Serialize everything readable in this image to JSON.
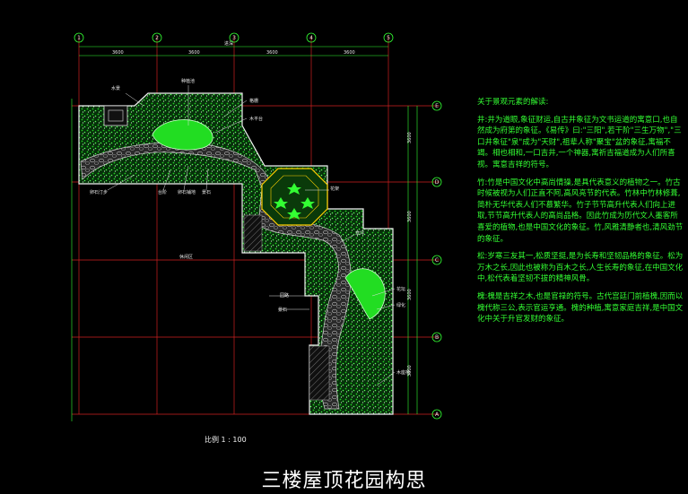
{
  "title": "三楼屋顶花园构思",
  "scale_label": "比例 1 : 100",
  "grid": {
    "columns": [
      "1",
      "2",
      "3",
      "4",
      "5"
    ],
    "rows": [
      "E",
      "D",
      "C",
      "B",
      "A"
    ]
  },
  "notes": {
    "heading": "关于景观元素的解读:",
    "paragraphs": [
      "井:井为道眼,象征财运,自古井象征为文书运道的寓意口,也自然成为府第的象征。《易传》曰:\"三阳\",若干阶\"三生万物\",\"三口井象征\"泉\"成为\"天财\",祖辈人称\"聚宝\"盆的象征,寓福不竭。相也相和,一口吉井,一个神器,寓祈吉福道成为人们所喜视。寓意吉祥的符号。",
      "竹:竹是中国文化中高尚情操,是具代表意义的植物之一。竹古时候被视为人们正直不阿,高风亮节的代表。竹林中竹林修葺,简朴无华代表人们不慕繁华。竹子节节高升代表人们向上进取,节节高升代表人的高尚品格。因此竹成为历代文人墨客所喜爱的植物,也是中国文化的象征。竹,风雅清静者也,清风劲节的象征。",
      "松:岁寒三友其一,松质坚挺,是为长寿和坚韧品格的象征。松为万木之长,因此也被称为百木之长,人生长寿的象征,在中国文化中,松代表着坚韧不拔的精神风骨。",
      "槐:槐是吉祥之木,也是官禄的符号。古代宫廷门前植槐,因而以槐代称三公,表示官运亨通。槐的种植,寓意家庭吉祥,是中国文化中关于升官发财的象征。"
    ]
  },
  "plan_labels": {
    "top_dimension": "进深",
    "left_label_1": "格栅",
    "left_label_2": "木平台",
    "left_label_3": "卵石汀步",
    "left_label_4": "种植池",
    "left_label_5": "草坪",
    "center_label": "休闲区",
    "top_label": "水景",
    "right_label_1": "花架",
    "right_label_2": "花坛",
    "right_label_3": "木座椅",
    "mid_label_1": "台阶",
    "mid_label_2": "卵石铺地",
    "mid_label_3": "景石",
    "bottom_label_1": "绿化",
    "bottom_label_2": "园路"
  }
}
